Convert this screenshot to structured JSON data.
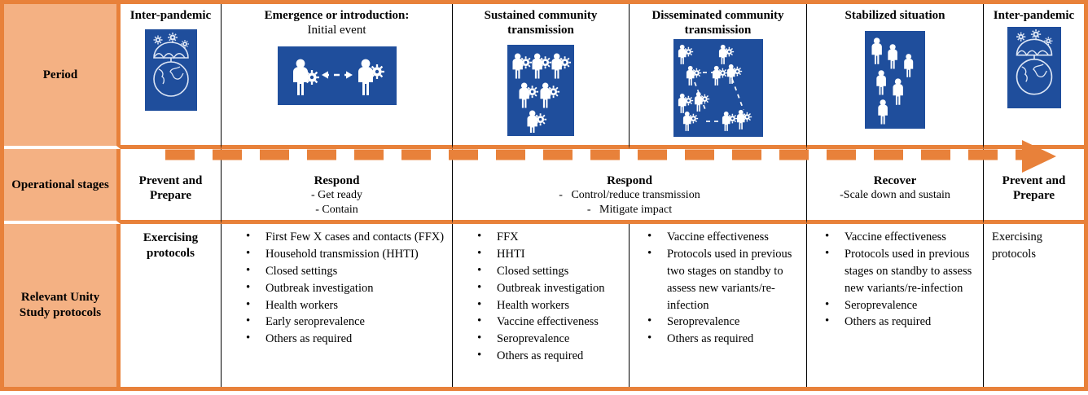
{
  "figure": {
    "title": "Pandemic phase framework with operational stages and Unity Study protocols",
    "accent_color": "#E8813A",
    "header_fill": "#F4B183",
    "icon_fill": "#1F4E9C"
  },
  "row_headers": {
    "period": "Period",
    "operational_stages": "Operational stages",
    "protocols": "Relevant Unity Study protocols"
  },
  "periods": [
    {
      "title": "Inter-pandemic",
      "subtitle": "",
      "icon": "umbrella-globe-virus-icon"
    },
    {
      "title": "Emergence or introduction:",
      "subtitle": "Initial event",
      "icon": "two-people-transmission-arrow-icon"
    },
    {
      "title": "Sustained community transmission",
      "subtitle": "",
      "icon": "six-infected-people-icon"
    },
    {
      "title": "Disseminated community transmission",
      "subtitle": "",
      "icon": "network-infected-people-icon"
    },
    {
      "title": "Stabilized situation",
      "subtitle": "",
      "icon": "five-healthy-people-icon"
    },
    {
      "title": "Inter-pandemic",
      "subtitle": "",
      "icon": "umbrella-globe-virus-icon"
    }
  ],
  "stages": [
    {
      "name": "Prevent and Prepare",
      "items": []
    },
    {
      "name": "Respond",
      "items": [
        "- Get ready",
        "- Contain"
      ]
    },
    {
      "name": "Respond",
      "items": [
        "-  Control/reduce transmission",
        "-   Mitigate impact"
      ]
    },
    {
      "name": "Recover",
      "items": [
        "-Scale down and sustain"
      ]
    },
    {
      "name": "Prevent and Prepare",
      "items": []
    }
  ],
  "protocols": [
    {
      "type": "centered",
      "text": "Exercising protocols"
    },
    {
      "type": "bullets",
      "items": [
        "First Few X cases and contacts (FFX)",
        "Household transmission (HHTI)",
        "Closed settings",
        "Outbreak investigation",
        "Health workers",
        "Early seroprevalence",
        "Others as required"
      ]
    },
    {
      "type": "bullets",
      "items": [
        "FFX",
        "HHTI",
        "Closed settings",
        "Outbreak investigation",
        "Health workers",
        "Vaccine effectiveness",
        "Seroprevalence",
        "Others as required"
      ]
    },
    {
      "type": "bullets",
      "items": [
        "Vaccine effectiveness",
        "Protocols used in previous two stages on standby to assess new variants/re-infection",
        "Seroprevalence",
        "Others as required"
      ]
    },
    {
      "type": "bullets",
      "items": [
        "Vaccine effectiveness",
        "Protocols used in previous stages on standby to assess new variants/re-infection",
        "Seroprevalence",
        "Others as required"
      ]
    },
    {
      "type": "plain",
      "text": "Exercising protocols"
    }
  ]
}
